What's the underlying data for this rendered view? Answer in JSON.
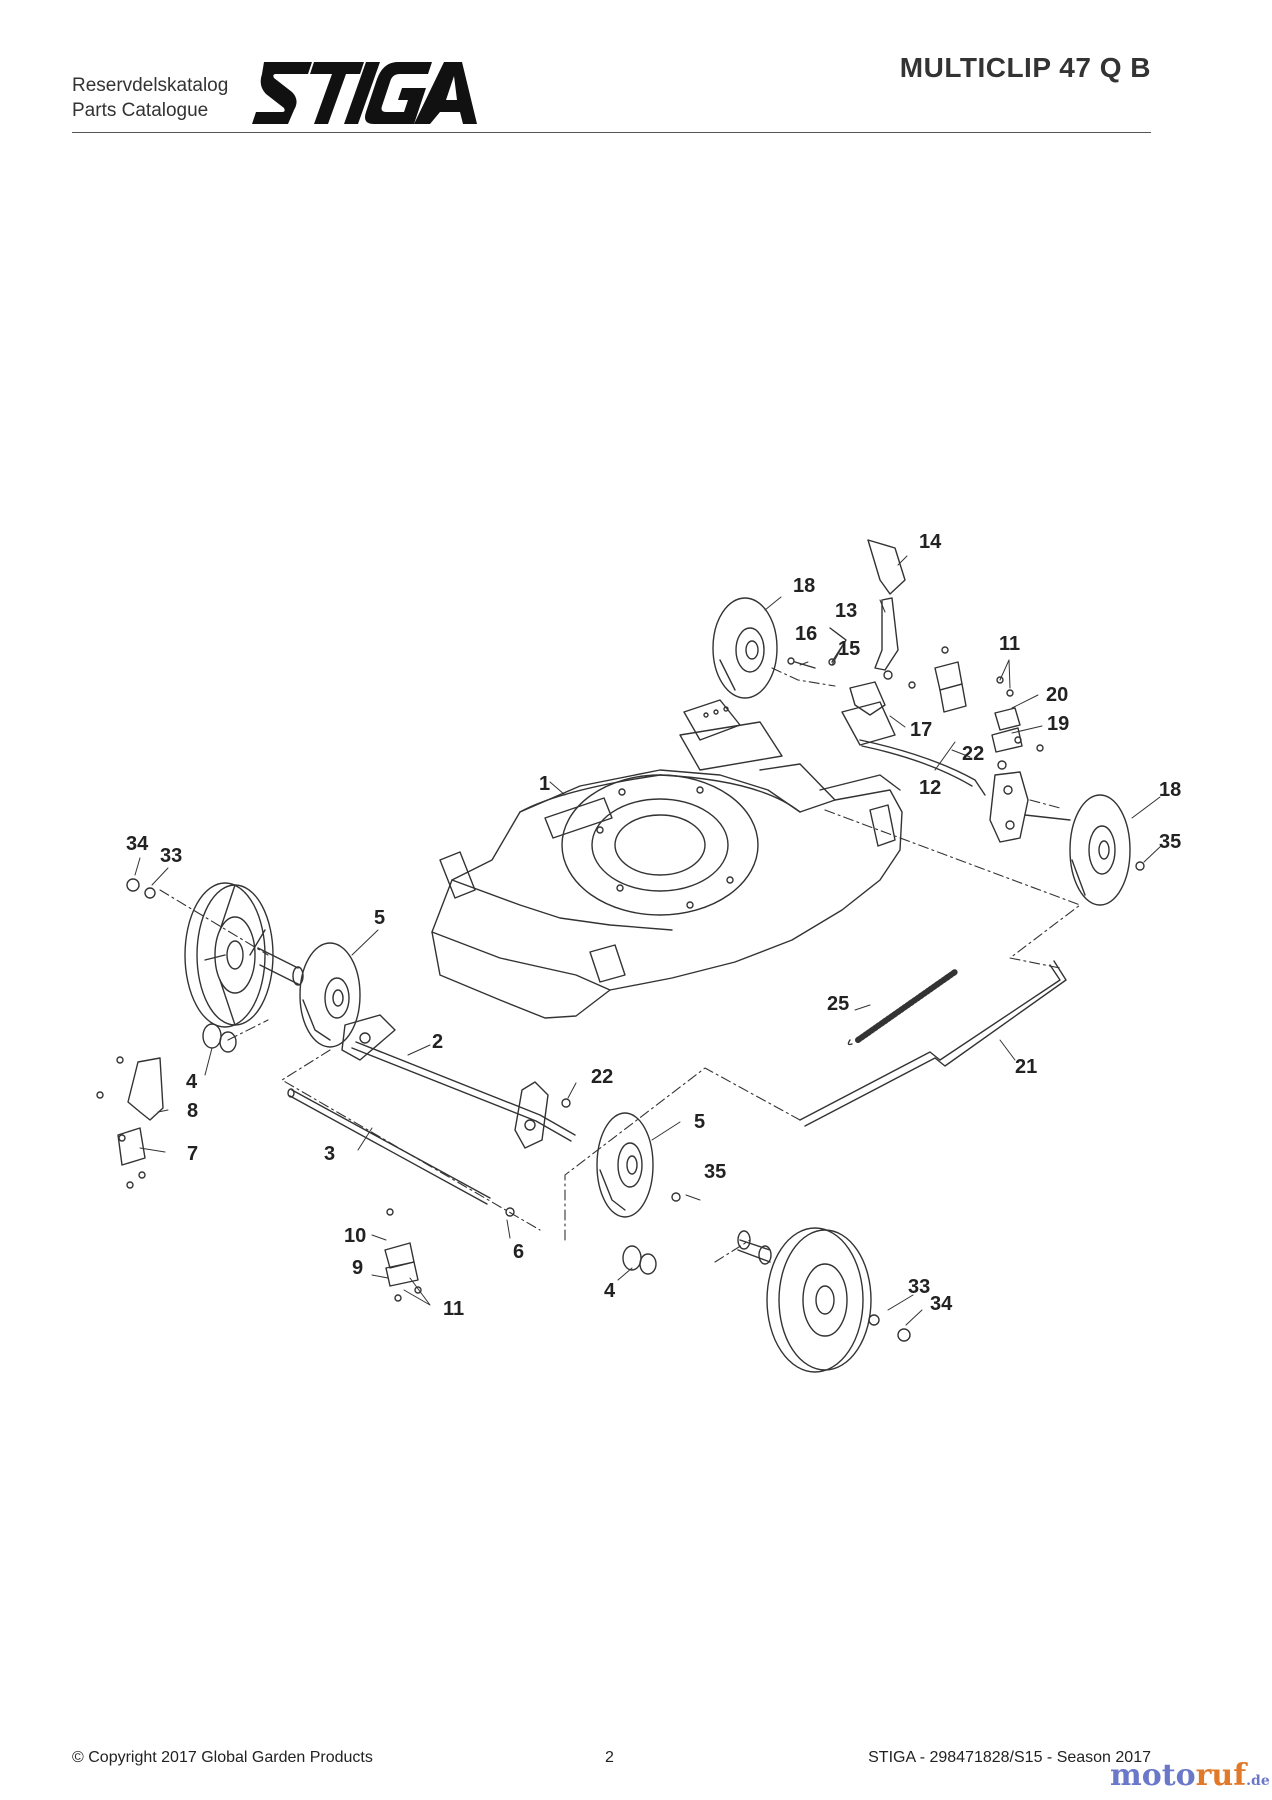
{
  "header": {
    "catalog_sv": "Reservdelskatalog",
    "catalog_en": "Parts Catalogue",
    "brand": "STIGA",
    "model": "MULTICLIP 47 Q B"
  },
  "parts": [
    {
      "key": "p1",
      "label": "1"
    },
    {
      "key": "p2",
      "label": "2"
    },
    {
      "key": "p3",
      "label": "3"
    },
    {
      "key": "p4a",
      "label": "4"
    },
    {
      "key": "p4b",
      "label": "4"
    },
    {
      "key": "p5a",
      "label": "5"
    },
    {
      "key": "p5b",
      "label": "5"
    },
    {
      "key": "p6",
      "label": "6"
    },
    {
      "key": "p7",
      "label": "7"
    },
    {
      "key": "p8",
      "label": "8"
    },
    {
      "key": "p9",
      "label": "9"
    },
    {
      "key": "p10",
      "label": "10"
    },
    {
      "key": "p11a",
      "label": "11"
    },
    {
      "key": "p11b",
      "label": "11"
    },
    {
      "key": "p12",
      "label": "12"
    },
    {
      "key": "p13",
      "label": "13"
    },
    {
      "key": "p14",
      "label": "14"
    },
    {
      "key": "p15",
      "label": "15"
    },
    {
      "key": "p16",
      "label": "16"
    },
    {
      "key": "p17",
      "label": "17"
    },
    {
      "key": "p18a",
      "label": "18"
    },
    {
      "key": "p18b",
      "label": "18"
    },
    {
      "key": "p19",
      "label": "19"
    },
    {
      "key": "p20",
      "label": "20"
    },
    {
      "key": "p21",
      "label": "21"
    },
    {
      "key": "p22a",
      "label": "22"
    },
    {
      "key": "p22b",
      "label": "22"
    },
    {
      "key": "p25",
      "label": "25"
    },
    {
      "key": "p33a",
      "label": "33"
    },
    {
      "key": "p33b",
      "label": "33"
    },
    {
      "key": "p34a",
      "label": "34"
    },
    {
      "key": "p34b",
      "label": "34"
    },
    {
      "key": "p35a",
      "label": "35"
    },
    {
      "key": "p35b",
      "label": "35"
    }
  ],
  "footer": {
    "copyright": "© Copyright 2017 Global Garden Products",
    "page": "2",
    "reference": "STIGA - 298471828/S15 - Season 2017"
  },
  "watermark": {
    "part1": "moto",
    "part2": "ruf",
    "part3": ".de"
  }
}
